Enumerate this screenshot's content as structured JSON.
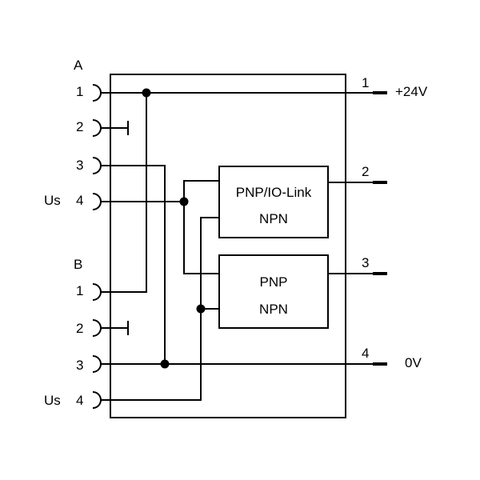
{
  "connectors": {
    "A": {
      "label": "A",
      "pins": [
        {
          "number": "1",
          "prefix": ""
        },
        {
          "number": "2",
          "prefix": ""
        },
        {
          "number": "3",
          "prefix": ""
        },
        {
          "number": "4",
          "prefix": "Us"
        }
      ]
    },
    "B": {
      "label": "B",
      "pins": [
        {
          "number": "1",
          "prefix": ""
        },
        {
          "number": "2",
          "prefix": ""
        },
        {
          "number": "3",
          "prefix": ""
        },
        {
          "number": "4",
          "prefix": "Us"
        }
      ]
    }
  },
  "outputs": [
    {
      "number": "1",
      "label": "+24V"
    },
    {
      "number": "2",
      "label": ""
    },
    {
      "number": "3",
      "label": ""
    },
    {
      "number": "4",
      "label": "0V"
    }
  ],
  "blocks": [
    {
      "line1": "PNP/IO-Link",
      "line2": "NPN"
    },
    {
      "line1": "PNP",
      "line2": "NPN"
    }
  ]
}
